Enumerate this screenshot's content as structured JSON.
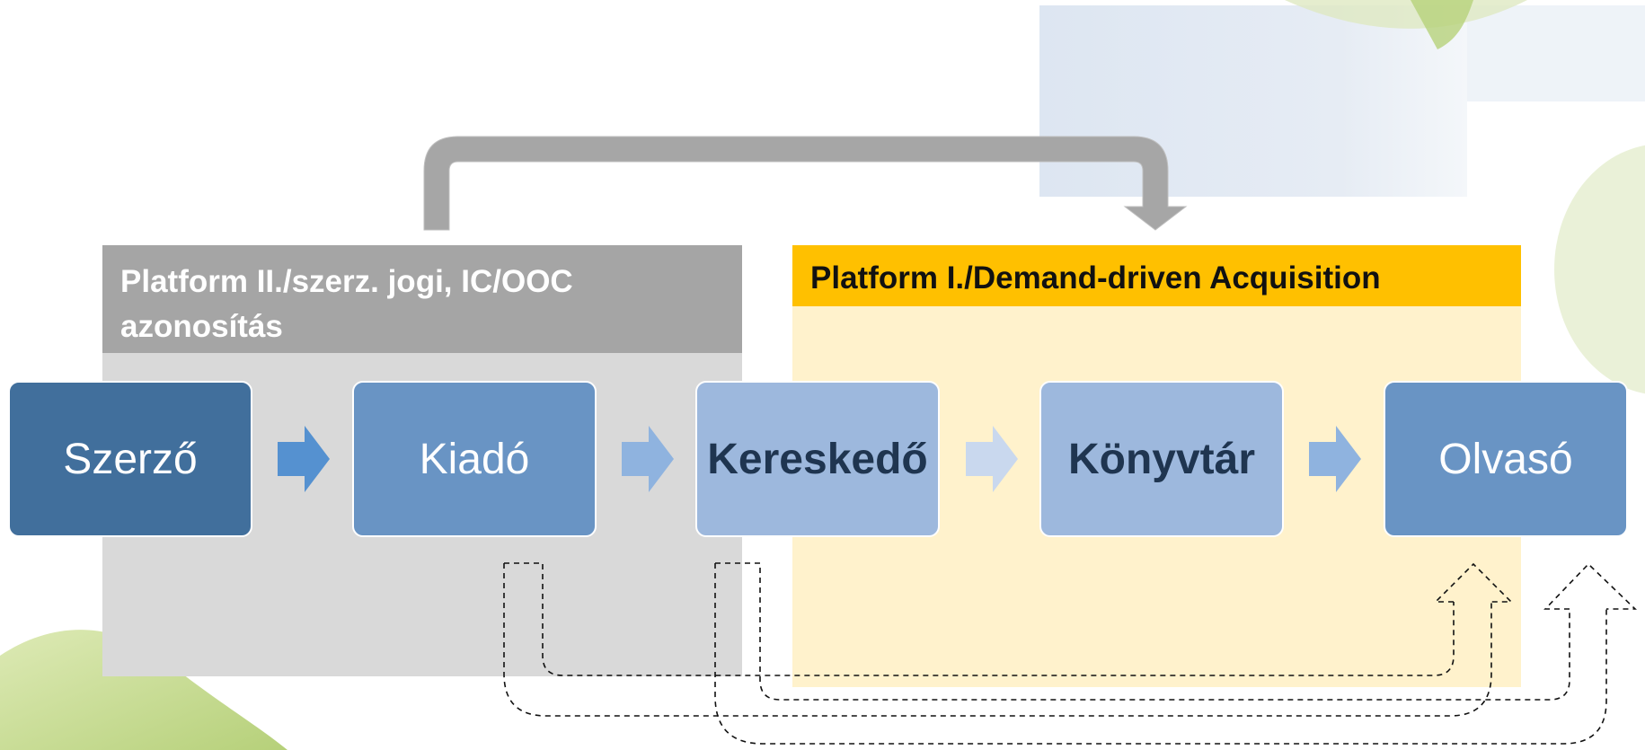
{
  "panels": {
    "platform2": {
      "title": "Platform II./szerz. jogi, IC/OOC azonosítás"
    },
    "platform1": {
      "title": "Platform I./Demand-driven Acquisition"
    }
  },
  "nodes": [
    {
      "label": "Szerző"
    },
    {
      "label": "Kiadó"
    },
    {
      "label": "Kereskedő"
    },
    {
      "label": "Könyvtár"
    },
    {
      "label": "Olvasó"
    }
  ],
  "colors": {
    "panel_grey": "#d9d9d9",
    "panel_grey_header": "#a5a5a5",
    "panel_yellow": "#fff2cc",
    "panel_yellow_header": "#ffc000",
    "node_dark": "#416f9c",
    "node_mid": "#6994c4",
    "node_light": "#9db8dd",
    "arrow_gray": "#a6a6a6"
  }
}
